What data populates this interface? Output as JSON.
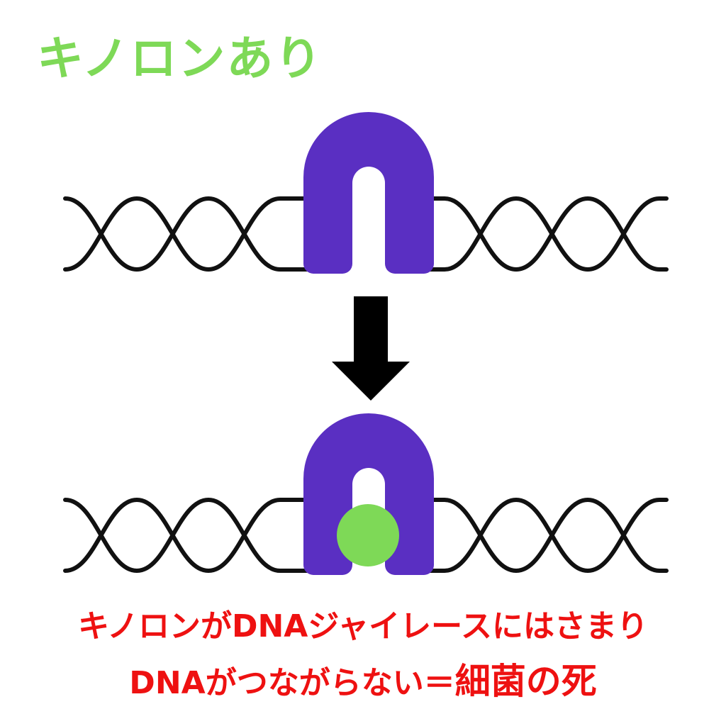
{
  "title": "キノロンあり",
  "caption": {
    "line1": "キノロンがDNAジャイレースにはさまり",
    "line2_prefix": "DNAがつながらない＝",
    "line2_emphasis": "細菌の死"
  },
  "colors": {
    "title": "#7ed957",
    "enzyme": "#5a2fc2",
    "quinolone": "#7ed957",
    "dna": "#111111",
    "arrow": "#000000",
    "caption": "#ee1111"
  },
  "icons": {
    "enzyme": "dna-gyrase-arch",
    "drug": "quinolone-circle",
    "arrow": "arrow-down"
  }
}
